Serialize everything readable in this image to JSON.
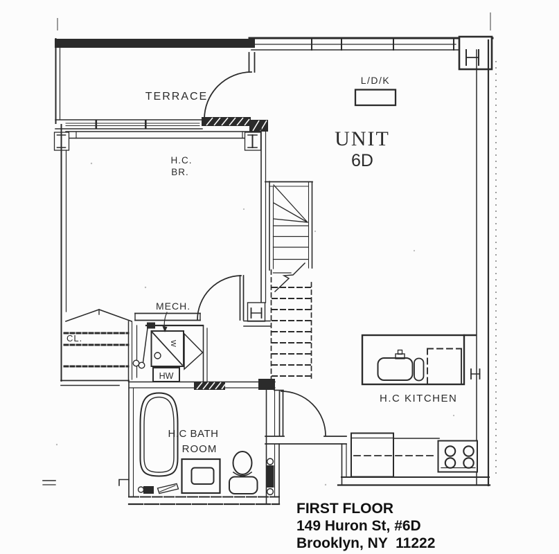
{
  "document": {
    "kind": "scanned floor plan"
  },
  "colors": {
    "ink": "#2b2b2b",
    "paper": "#fcfcfc",
    "faint": "#9c9c9c"
  },
  "labels": {
    "terrace": "TERRACE",
    "ldk": "L/D/K",
    "unit": "UNIT",
    "unit_number": "6D",
    "bedroom_line1": "H.C.",
    "bedroom_line2": "BR.",
    "mech": "MECH.",
    "hot_water": "HW",
    "closet": "CL.",
    "washer_marker": "W",
    "kitchen": "H.C KITCHEN",
    "bathroom_line1": "H.C BATH",
    "bathroom_line2": "ROOM"
  },
  "address": {
    "line1": "FIRST FLOOR",
    "line2": "149 Huron St, #6D",
    "line3": "Brooklyn, NY  11222"
  }
}
